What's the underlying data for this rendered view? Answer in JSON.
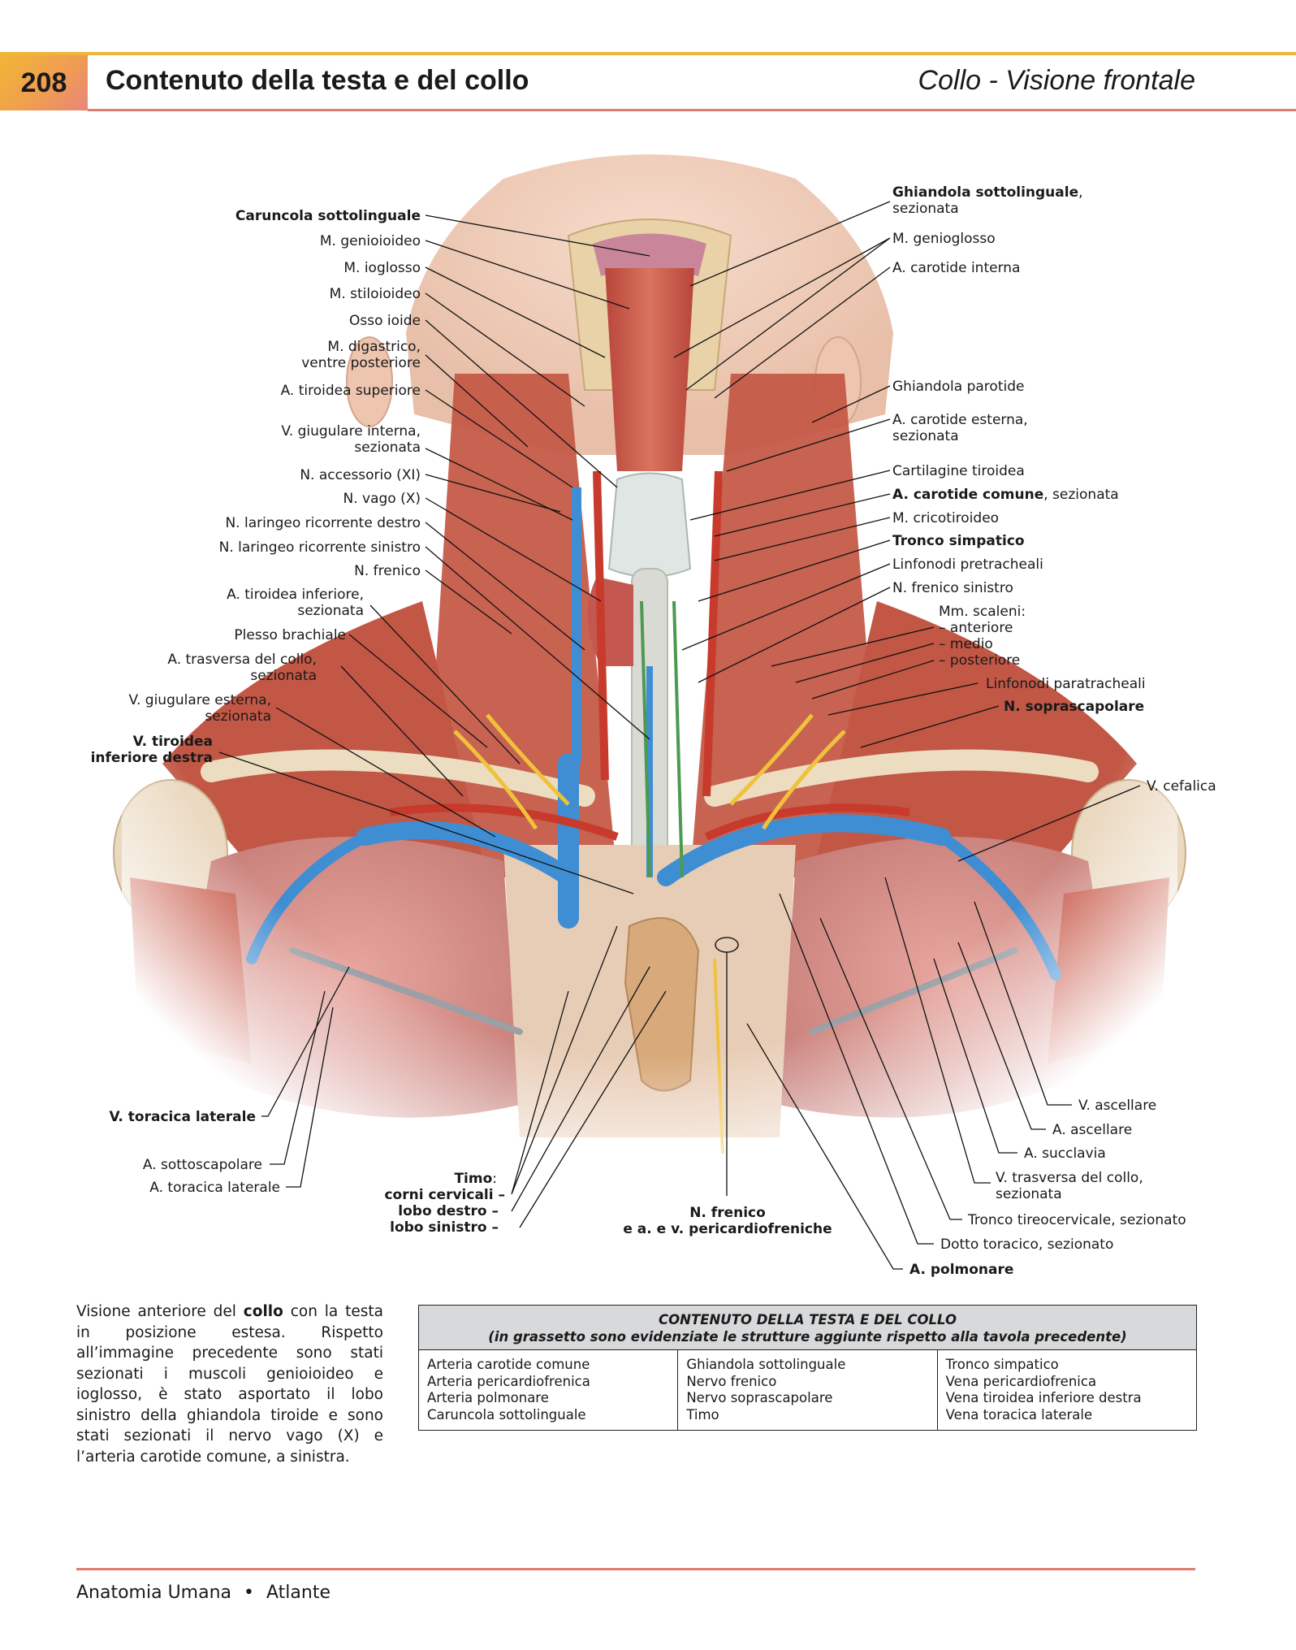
{
  "header": {
    "page_number": "208",
    "title": "Contenuto della testa e del collo",
    "section": "Collo - Visione frontale"
  },
  "labels_left": [
    {
      "lines": [
        "Caruncola sottolinguale"
      ],
      "bold": true
    },
    {
      "lines": [
        "M. genioioideo"
      ]
    },
    {
      "lines": [
        "M. ioglosso"
      ]
    },
    {
      "lines": [
        "M. stiloioideo"
      ]
    },
    {
      "lines": [
        "Osso ioide"
      ]
    },
    {
      "lines": [
        "M. digastrico,",
        "ventre posteriore"
      ]
    },
    {
      "lines": [
        "A. tiroidea superiore"
      ]
    },
    {
      "lines": [
        "V. giugulare interna,",
        "sezionata"
      ]
    },
    {
      "lines": [
        "N. accessorio (XI)"
      ]
    },
    {
      "lines": [
        "N. vago (X)"
      ]
    },
    {
      "lines": [
        "N. laringeo ricorrente destro"
      ]
    },
    {
      "lines": [
        "N. laringeo ricorrente sinistro"
      ]
    },
    {
      "lines": [
        "N. frenico"
      ]
    },
    {
      "lines": [
        "A. tiroidea inferiore,",
        "sezionata"
      ]
    },
    {
      "lines": [
        "Plesso brachiale"
      ]
    },
    {
      "lines": [
        "A. trasversa del collo,",
        "sezionata"
      ]
    },
    {
      "lines": [
        "V. giugulare esterna,",
        "sezionata"
      ]
    },
    {
      "lines": [
        "V. tiroidea",
        "inferiore destra"
      ],
      "bold": true
    },
    {
      "lines": [
        "V. toracica laterale"
      ],
      "bold": true
    },
    {
      "lines": [
        "A. sottoscapolare"
      ]
    },
    {
      "lines": [
        "A. toracica laterale"
      ]
    }
  ],
  "labels_right": [
    {
      "lines": [
        "Ghiandola sottolinguale",
        "sezionata"
      ],
      "bold_first": true,
      "suffix": ","
    },
    {
      "lines": [
        "M. genioglosso"
      ]
    },
    {
      "lines": [
        "A. carotide interna"
      ]
    },
    {
      "lines": [
        "Ghiandola parotide"
      ]
    },
    {
      "lines": [
        "A. carotide esterna,",
        "sezionata"
      ]
    },
    {
      "lines": [
        "Cartilagine tiroidea"
      ]
    },
    {
      "lines": [
        "A. carotide comune",
        ", sezionata"
      ],
      "mixed": true
    },
    {
      "lines": [
        "M. cricotiroideo"
      ]
    },
    {
      "lines": [
        "Tronco simpatico"
      ],
      "bold": true
    },
    {
      "lines": [
        "Linfonodi pretracheali"
      ]
    },
    {
      "lines": [
        "N. frenico sinistro"
      ]
    },
    {
      "lines": [
        "Mm. scaleni:",
        "– anteriore",
        "– medio",
        "– posteriore"
      ]
    },
    {
      "lines": [
        "Linfonodi paratracheali"
      ]
    },
    {
      "lines": [
        "N. soprascapolare"
      ],
      "bold": true
    },
    {
      "lines": [
        "V. cefalica"
      ]
    },
    {
      "lines": [
        "V. ascellare"
      ]
    },
    {
      "lines": [
        "A. ascellare"
      ]
    },
    {
      "lines": [
        "A. succlavia"
      ]
    },
    {
      "lines": [
        "V. trasversa del collo,",
        "sezionata"
      ]
    },
    {
      "lines": [
        "Tronco tireocervicale, sezionato"
      ]
    },
    {
      "lines": [
        "Dotto toracico, sezionato"
      ]
    },
    {
      "lines": [
        "A. polmonare"
      ],
      "bold": true
    }
  ],
  "labels_bottom": {
    "timo": [
      "Timo",
      ":",
      "corni cervicali –",
      "lobo destro –",
      "lobo sinistro –"
    ],
    "frenico": [
      "N. frenico",
      "e a. e v. pericardiofreniche"
    ]
  },
  "caption": {
    "p1": "Visione anteriore del ",
    "bold1": "collo",
    "p2": " con la testa in posizione estesa. Rispetto all’immagine precedente sono stati sezionati i muscoli genioioideo e ioglosso, è stato asportato il lobo sinistro della ghiandola tiroide e sono stati sezionati il nervo vago (X) e l’arteria carotide comune, a sinistra."
  },
  "table": {
    "title": "CONTENUTO DELLA TESTA E DEL COLLO",
    "subtitle": "(in grassetto sono evidenziate le strutture aggiunte rispetto alla tavola precedente)",
    "columns": [
      [
        "Arteria carotide comune",
        "Arteria pericardiofrenica",
        "Arteria polmonare",
        "Caruncola sottolinguale"
      ],
      [
        "Ghiandola sottolinguale",
        "Nervo frenico",
        "Nervo soprascapolare",
        "Timo"
      ],
      [
        "Tronco simpatico",
        "Vena pericardiofrenica",
        "Vena tiroidea inferiore destra",
        "Vena toracica laterale"
      ]
    ]
  },
  "footer": {
    "left": "Anatomia Umana",
    "sep": "•",
    "right": "Atlante"
  },
  "colors": {
    "accent_orange": "#f0b43a",
    "accent_red": "#e07c70",
    "table_header": "#d8d9db"
  }
}
